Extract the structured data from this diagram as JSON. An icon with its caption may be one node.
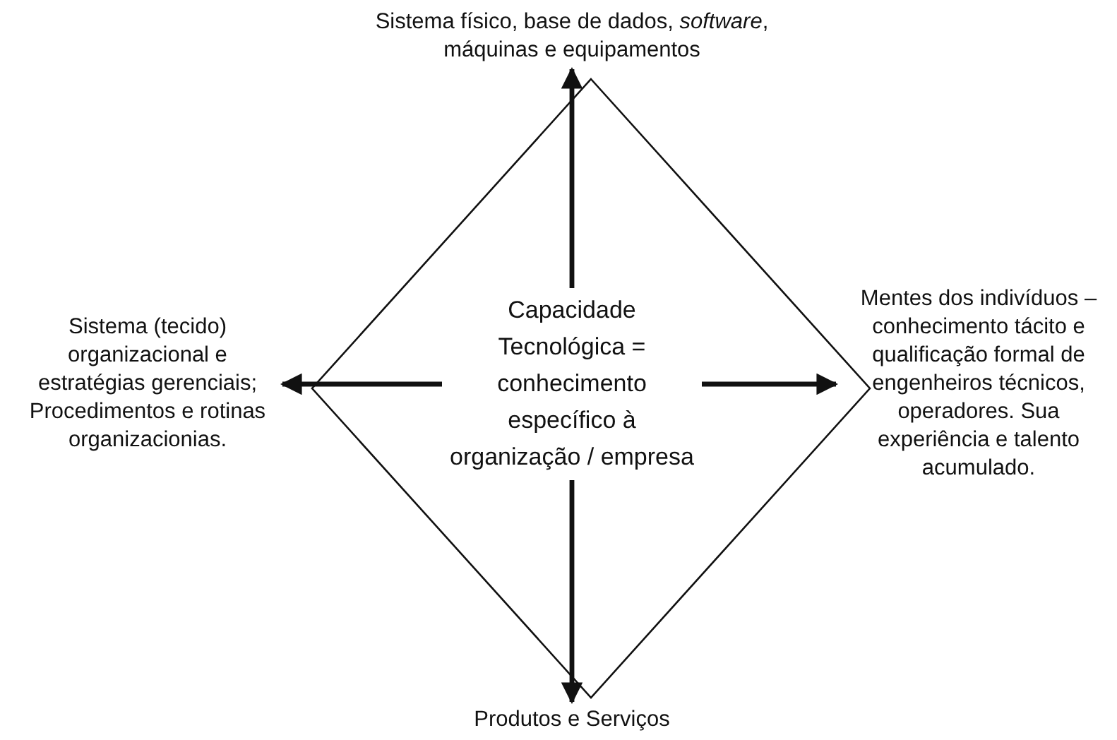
{
  "diagram": {
    "nodes": [
      {
        "text": [],
        "shape": "diamond"
      },
      {
        "text": [
          "Capacidade Tecnológica = conhecimento específico à organização / empresa"
        ],
        "in": 0
      },
      {
        "text": [
          "Sistema físico, base de dados, *software*, máquinas e equipamentos"
        ]
      },
      {
        "text": [
          "Sistema (tecido) organizacional e estratégias gerenciais; Procedimentos e rotinas organizacionias."
        ]
      },
      {
        "text": [
          "Mentes dos indivíduos – conhecimento tácito e qualificação formal de engenheiros técnicos, operadores. Sua experiência e talento acumulado."
        ]
      },
      {
        "text": [
          "Produtos e Serviços"
        ]
      }
    ],
    "edges": [
      {
        "from": 1,
        "to": 2,
        "arrow": "to"
      },
      {
        "from": 1,
        "to": 3,
        "arrow": "to"
      },
      {
        "from": 1,
        "to": 4,
        "arrow": "to"
      },
      {
        "from": 1,
        "to": 5,
        "arrow": "to"
      }
    ]
  }
}
